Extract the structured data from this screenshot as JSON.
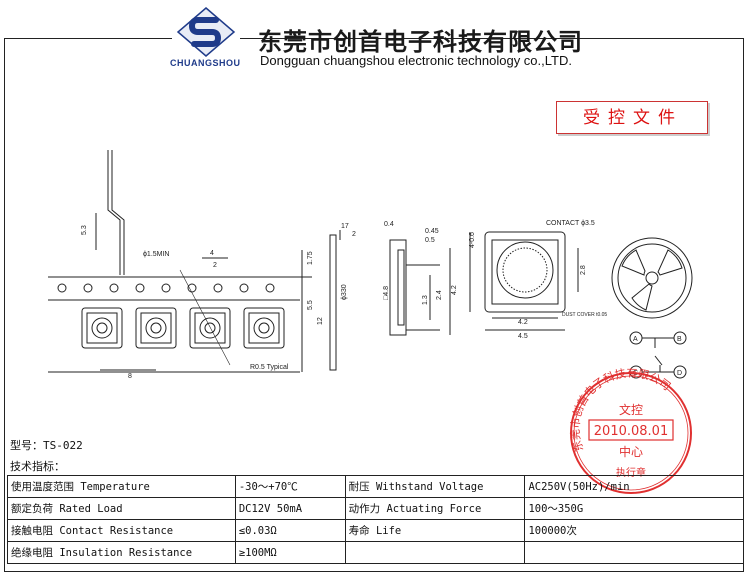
{
  "header": {
    "brand_name": "CHUANGSHOU",
    "company_cn": "东莞市创首电子科技有限公司",
    "company_en": "Dongguan chuangshou electronic technology co.,LTD."
  },
  "controlled_stamp": "受控文件",
  "drawing": {
    "dims": {
      "d53": "5.3",
      "hole": "ϕ1.5MIN",
      "d4": "4",
      "d2": "2",
      "d175": "1.75",
      "d55": "5.5",
      "d12": "12",
      "d8": "8",
      "r05": "R0.5 Typical",
      "t17": "17",
      "t2": "2",
      "t330": "ϕ330",
      "s04": "0.4",
      "s045": "0.45",
      "s05": "0.5",
      "s48": "□4.8",
      "s13": "1.3",
      "s24": "2.4",
      "s42": "4.2",
      "s4_06": "4-0.6",
      "contact": "CONTACT ϕ3.5",
      "s28": "2.8",
      "dust": "DUST COVER t0.05",
      "s42b": "4.2",
      "s45": "4.5"
    },
    "circuit": [
      "A",
      "B",
      "C",
      "D"
    ]
  },
  "red_stamp": {
    "ring_text": "东莞市创首电子科技有限公司",
    "center_top": "文控",
    "date": "2010.08.01",
    "center_bottom": "中心",
    "bottom_text": "执行章"
  },
  "model_line": "型号：TS-022",
  "tech_label": "技术指标：",
  "specs": [
    [
      "使用温度范围 Temperature",
      "-30～+70℃",
      "耐压 Withstand Voltage",
      "AC250V(50Hz)/min"
    ],
    [
      "额定负荷 Rated Load",
      "DC12V 50mA",
      "动作力 Actuating Force",
      "100～350G"
    ],
    [
      "接触电阻 Contact Resistance",
      "≤0.03Ω",
      "寿命 Life",
      "100000次"
    ],
    [
      "绝缘电阻 Insulation Resistance",
      "≥100MΩ",
      "",
      ""
    ]
  ]
}
